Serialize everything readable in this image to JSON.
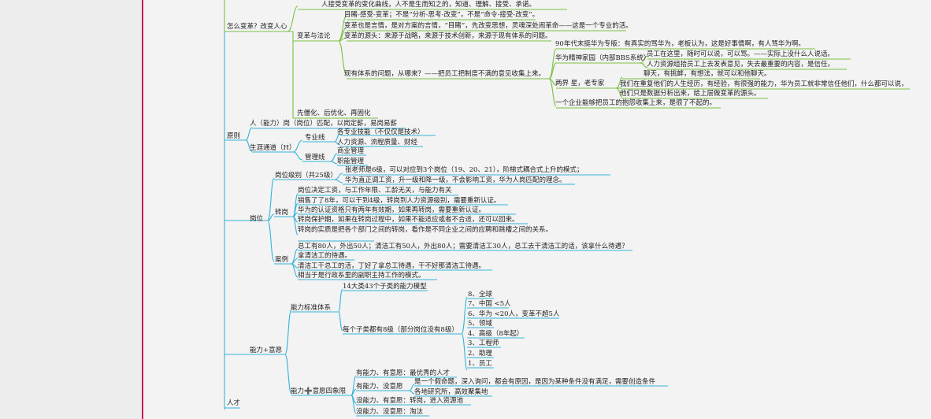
{
  "colors": {
    "branch_green": "#7bc043",
    "branch_blue": "#34b4d8",
    "accent_rule": "#c2185b",
    "background": "#f3f3f3"
  },
  "nodes": {
    "change_how": "怎么变革？改变人心",
    "change_accept": "人接受变革的变化曲线，人不是生而知之的，知道、理解、接受、承诺。",
    "change_blind": "目睹-感受-变革；不是“分析-思考-改变”，不是“命令-接受-改变”。",
    "change_law": "变革与法论",
    "change_lie": "变革也是言情，是对方案的言情，“目睹”，先改变思想，灵魂深处闹革命——这是一个专业的活。",
    "change_source": "变革的源头：来源于战略，来源于技术创新，来源于现有体系的问题。",
    "change_existing": "现有体系的问题，从哪来？——把员工把制度不满的意见收集上来。",
    "hw_90s": "90年代末挺华为专版：有真实的骂华为，老板认为，这是好事情啊，有人骂华为啊。",
    "hw_bbs": "华为精神家园（内部BBS系统）",
    "hw_bbs_1": "员工在这里，随时可以说，可以骂。——实际上没什么人说话。",
    "hw_bbs_2": "人力资源组拾员工上去发表意见，失去最重要的内容，是信任。",
    "hw_two_star": "两界 星，老专家",
    "hw_chat": "聊天，有挑衅，有想法，就可以和他聊天。",
    "hw_respect": "我们在重复他们的人生经历，有经验，有很强的能力，华为员工就非常信任他们，什么都可以说，",
    "hw_data": "他们只是数据分析出来，给上层做变革的源头。",
    "hw_company": "一个企业能够把员工的抱怨收集上来，是很了不起的。",
    "change_first": "先僵化、后优化、再固化",
    "principle": "原则",
    "principle_match": "人（能力）岗（岗位）匹配，以岗定薪，易岗易薪",
    "career": "生涯通道（H）",
    "career_pro": "专业线",
    "career_pro_1": "各专业技能（不仅仅是技术）",
    "career_pro_2": "人力资源、流程质量、财经",
    "career_mgmt": "管理线",
    "career_mgmt_1": "商业管理",
    "career_mgmt_2": "职能管理",
    "post": "岗位",
    "post_level": "岗位级别（共25级）",
    "post_level_1": "张老师是6级，可以对应到3个岗位（19、20、21），阶梯式耦合式上升的模式；",
    "post_level_2": "华为直正调工资，升一级和降一级，不会影响工资，华为人岗匹配的理念。",
    "transfer": "转岗",
    "transfer_1": "岗位决定工资，与工作年限、工龄无关，与能力有关",
    "transfer_2": "销售了了8年，可以干到4级，转岗到人力资源级别，需要重新认证。",
    "transfer_3": "华为的认证资格只有两年有效期，如果再转岗，需要重新认证。",
    "transfer_4": "转岗保护期，如果在转岗过程中，如果不能适应或者不合适，还可以回来。",
    "transfer_5": "转岗的实质是把各个部门之间的转岗，看作是不同企业之间的应聘和跳槽之间的关系。",
    "case": "案例",
    "case_1": "总工有80人，外出50人；清洁工有50人，外出80人；需要清洁工30人，总工去干清洁工的话，该拿什么待遇？",
    "case_2": "拿清洁工的待遇。",
    "case_3": "清洁工干总工的活，丁好了拿总工待遇，干不好那清洁工待遇。",
    "case_4": "相当于是行政系里的副职主持工作的模式。",
    "talent": "人才",
    "ability": "能力+意愿",
    "ability_std": "能力标准体系",
    "ability_std_1": "14大类43个子类的能力模型",
    "ability_each": "每个子类都有8级（部分岗位没有8级）",
    "level_8": "8、全球",
    "level_7": "7、中国 <5人",
    "level_6": "6、华为 <20人，变革不超5人",
    "level_5": "5、领域",
    "level_4": "4、高级（8年起）",
    "level_3": "3、工程师",
    "level_2": "2、助理",
    "level_1": "1、员工",
    "quad": "能力➕意愿四象限",
    "quad_1": "有能力、有意愿：最优秀的人才",
    "quad_2": "有能力、没意愿",
    "quad_2a": "是一个假命题，深入询问，都会有原因，是因为某种条件没有满足，需要创造条件",
    "quad_2b": "各地研究所，高效聚集地",
    "quad_3": "没能力、有意愿：转岗，进入资源池",
    "quad_4": "没能力、没意愿：淘汰"
  }
}
